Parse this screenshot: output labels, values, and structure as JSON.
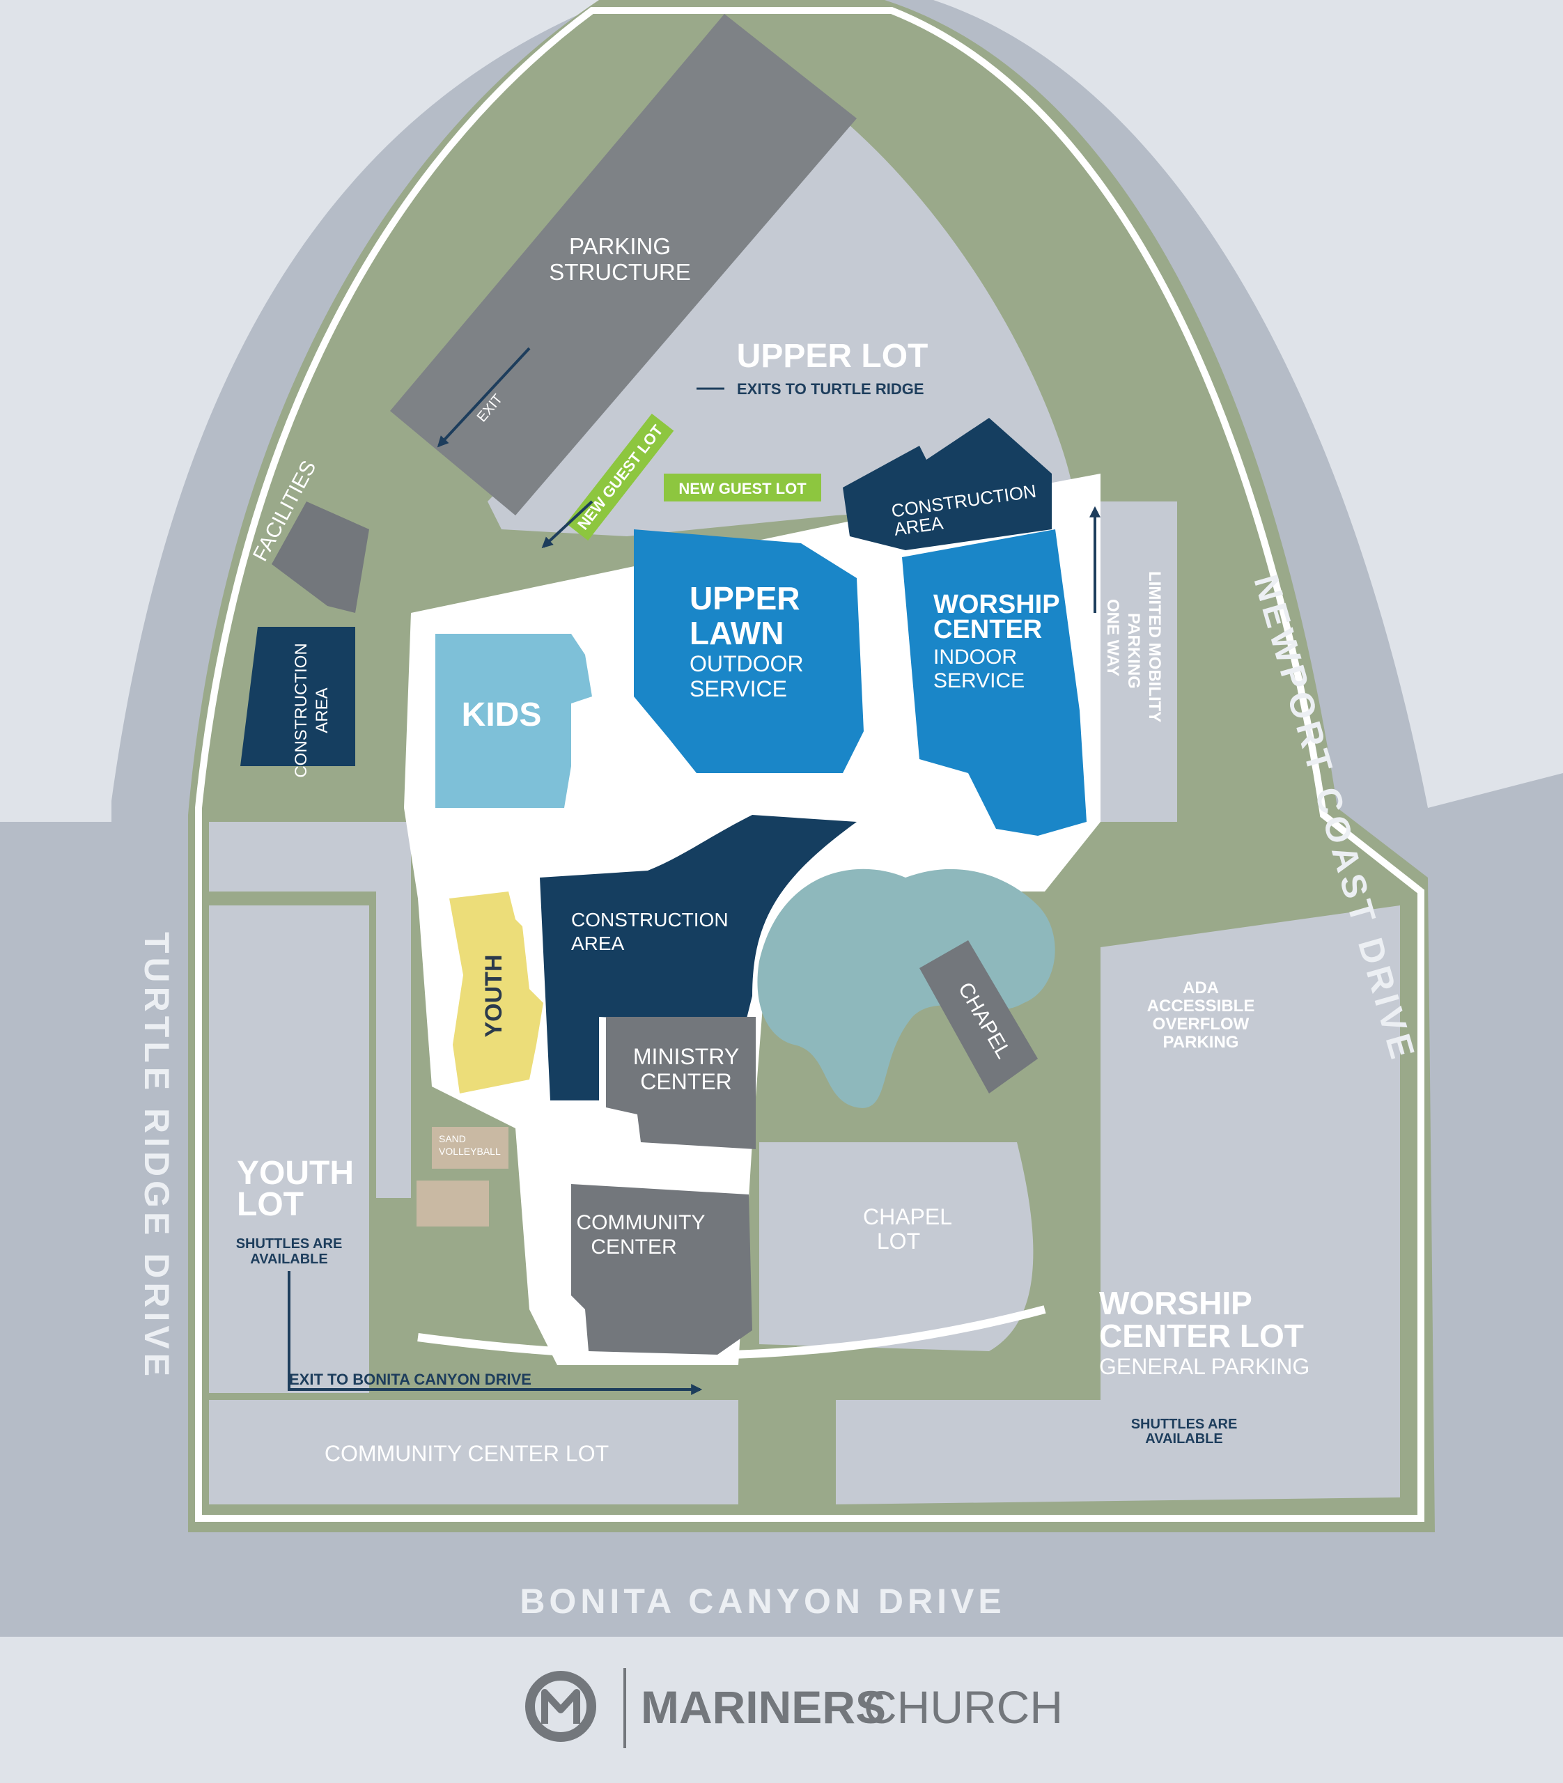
{
  "colors": {
    "background": "#dfe3e9",
    "road": "#b5bcc7",
    "green": "#9aa98a",
    "lot": "#c5cad3",
    "path": "#ffffff",
    "garage": "#7e8286",
    "building_gray": "#73777c",
    "navy": "#153e60",
    "blue": "#1a86c8",
    "light_blue": "#7ec0d8",
    "yellow": "#ecdd79",
    "lime": "#8dc63f",
    "pond": "#8eb8bc",
    "sand": "#c9b9a3",
    "brand": "#73777c"
  },
  "roads": {
    "bonita": "BONITA CANYON DRIVE",
    "turtle": "TURTLE RIDGE DRIVE",
    "newport": "NEWPORT COAST DRIVE"
  },
  "buildings": {
    "parking_structure": {
      "line1": "PARKING",
      "line2": "STRUCTURE",
      "exit": "EXIT"
    },
    "facilities": "FACILITIES",
    "construction_west": {
      "line1": "CONSTRUCTION",
      "line2": "AREA"
    },
    "construction_ne": {
      "line1": "CONSTRUCTION",
      "line2": "AREA"
    },
    "construction_center": {
      "line1": "CONSTRUCTION",
      "line2": "AREA"
    },
    "kids": "KIDS",
    "upper_lawn": {
      "line1": "UPPER",
      "line2": "LAWN",
      "sub1": "OUTDOOR",
      "sub2": "SERVICE"
    },
    "worship_center": {
      "line1": "WORSHIP",
      "line2": "CENTER",
      "sub1": "INDOOR",
      "sub2": "SERVICE"
    },
    "youth": "YOUTH",
    "ministry_center": {
      "line1": "MINISTRY",
      "line2": "CENTER"
    },
    "chapel": "CHAPEL",
    "community_center": {
      "line1": "COMMUNITY",
      "line2": "CENTER"
    },
    "sand_volleyball": {
      "line1": "SAND",
      "line2": "VOLLEYBALL"
    }
  },
  "lots": {
    "upper_lot": {
      "name": "UPPER LOT",
      "note": "EXITS TO TURTLE RIDGE"
    },
    "new_guest_lot": "NEW GUEST LOT",
    "limited_mobility": {
      "line1": "LIMITED MOBILITY",
      "line2": "PARKING",
      "line3": "ONE WAY"
    },
    "youth_lot": {
      "line1": "YOUTH",
      "line2": "LOT",
      "note1": "SHUTTLES ARE",
      "note2": "AVAILABLE"
    },
    "exit_bonita": "EXIT TO BONITA CANYON DRIVE",
    "community_center_lot": "COMMUNITY CENTER LOT",
    "chapel_lot": {
      "line1": "CHAPEL",
      "line2": "LOT"
    },
    "ada": {
      "line1": "ADA",
      "line2": "ACCESSIBLE",
      "line3": "OVERFLOW",
      "line4": "PARKING"
    },
    "worship_center_lot": {
      "line1": "WORSHIP",
      "line2": "CENTER LOT",
      "sub": "GENERAL PARKING",
      "note1": "SHUTTLES ARE",
      "note2": "AVAILABLE"
    }
  },
  "logo": {
    "bold": "MARINERS",
    "light": "CHURCH"
  }
}
